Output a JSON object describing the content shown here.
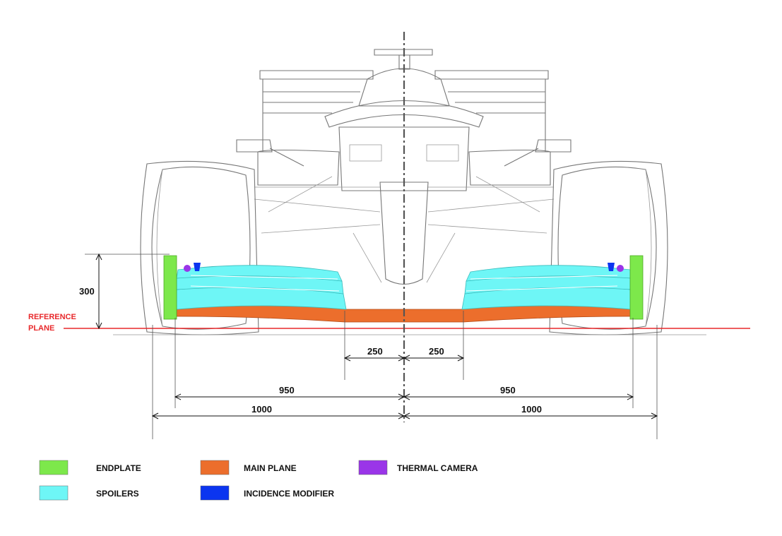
{
  "dimensions": {
    "height": "300",
    "inner_left": "250",
    "inner_right": "250",
    "mid_left": "950",
    "mid_right": "950",
    "outer_left": "1000",
    "outer_right": "1000"
  },
  "reference_plane": {
    "line1": "REFERENCE",
    "line2": "PLANE",
    "color": "#e8282b"
  },
  "legend": [
    {
      "label": "ENDPLATE",
      "color": "#7de84b"
    },
    {
      "label": "SPOILERS",
      "color": "#6ef6f6"
    },
    {
      "label": "MAIN PLANE",
      "color": "#ec6e2c"
    },
    {
      "label": "INCIDENCE MODIFIER",
      "color": "#0b35f0"
    },
    {
      "label": "THERMAL CAMERA",
      "color": "#9a35e8"
    }
  ]
}
